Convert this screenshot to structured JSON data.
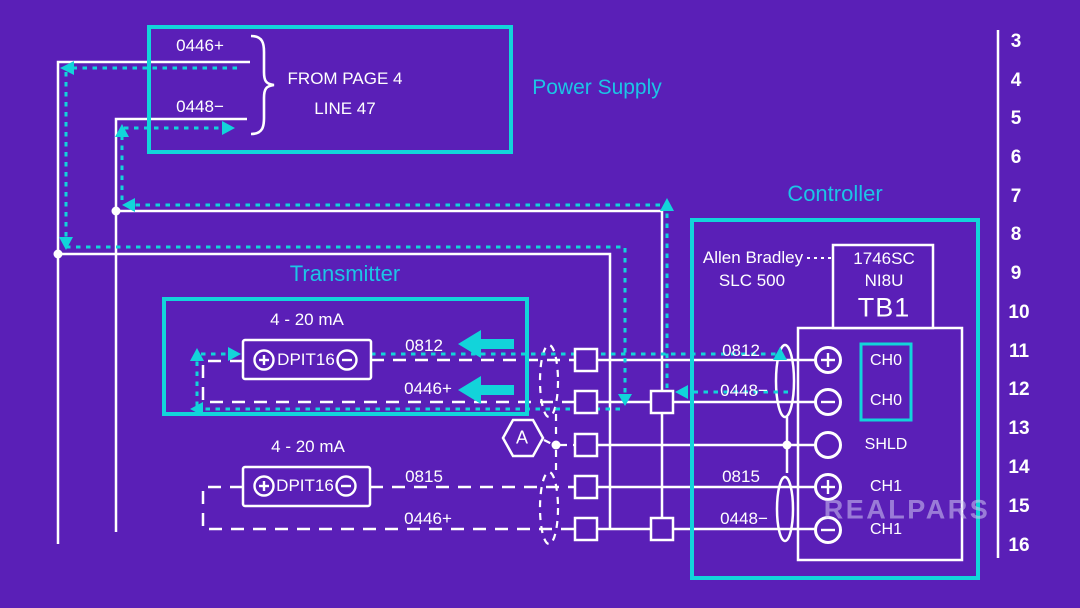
{
  "colors": {
    "background": "#5a1fb7",
    "accent_cyan": "#12d4da",
    "text_cyan": "#1cc5e6",
    "wire_white": "#ffffff",
    "watermark": "rgba(208,198,242,0.55)"
  },
  "power_supply": {
    "title": "Power Supply",
    "wire_plus": "0446+",
    "wire_minus": "0448−",
    "note1": "FROM PAGE 4",
    "note2": "LINE 47"
  },
  "transmitter": {
    "title": "Transmitter",
    "range": "4 - 20 mA",
    "device": "DPIT16",
    "signal_wire": "0812",
    "return_wire": "0446+"
  },
  "transmitter2": {
    "range": "4 - 20 mA",
    "device": "DPIT16",
    "signal_wire": "0815",
    "return_wire": "0446+",
    "node": "A"
  },
  "controller": {
    "title": "Controller",
    "brand1": "Allen Bradley",
    "brand2": "SLC 500",
    "module1": "1746SC",
    "module2": "NI8U",
    "terminal_block": "TB1",
    "wire_ch0_plus": "0812",
    "wire_ch0_minus": "0448−",
    "wire_ch1_plus": "0815",
    "wire_ch1_minus": "0448−",
    "channels": [
      "CH0",
      "CH0",
      "SHLD",
      "CH1",
      "CH1"
    ]
  },
  "ladder": {
    "rungs": [
      "3",
      "4",
      "5",
      "6",
      "7",
      "8",
      "9",
      "10",
      "11",
      "12",
      "13",
      "14",
      "15",
      "16"
    ]
  },
  "watermark": {
    "text": "REALPARS"
  }
}
